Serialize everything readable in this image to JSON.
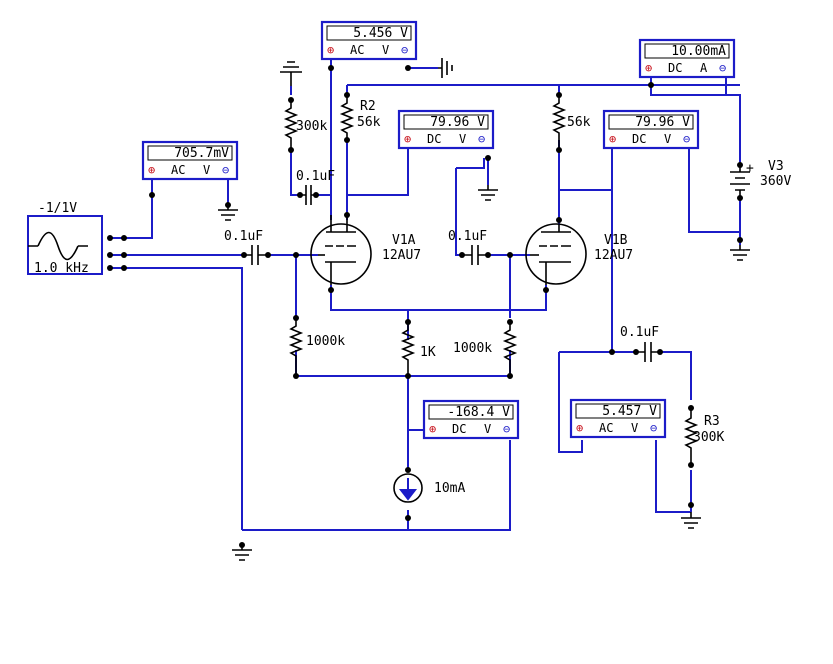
{
  "colors": {
    "wire": "#1c1cc8",
    "component": "#000000",
    "meter_border": "#1c1cc8",
    "terminal_plus": "#c8141e",
    "terminal_minus": "#1c1cc8",
    "current_source_arrow": "#1c1cc8"
  },
  "source": {
    "amplitude": "-1/1V",
    "frequency": "1.0 kHz",
    "icon": "sine-wave-icon"
  },
  "tubes": [
    {
      "id": "V1A",
      "type": "12AU7"
    },
    {
      "id": "V1B",
      "type": "12AU7"
    }
  ],
  "resistors": {
    "r_300k_left": "300k",
    "r2_name": "R2",
    "r2_value": "56k",
    "r_56k_right": "56k",
    "grid_left": "1000k",
    "cathode": "1K",
    "grid_right": "1000k",
    "r3_name": "R3",
    "r3_value": "300K"
  },
  "capacitors": {
    "c_top": "0.1uF",
    "c_input": "0.1uF",
    "c_mid": "0.1uF",
    "c_out": "0.1uF"
  },
  "battery": {
    "name": "V3",
    "value": "360V",
    "plus": "+"
  },
  "current_source": {
    "value": "10mA"
  },
  "meters": {
    "m_top_ac": {
      "reading": "5.456 V",
      "mode": "AC",
      "unit": "V"
    },
    "m_top_right_dc_a": {
      "reading": "10.00mA",
      "mode": "DC",
      "unit": "A"
    },
    "m_input_ac": {
      "reading": "705.7mV",
      "mode": "AC",
      "unit": "V"
    },
    "m_plate_left_dc": {
      "reading": "79.96 V",
      "mode": "DC",
      "unit": "V"
    },
    "m_plate_right_dc": {
      "reading": "79.96 V",
      "mode": "DC",
      "unit": "V"
    },
    "m_cathode_dc": {
      "reading": "-168.4 V",
      "mode": "DC",
      "unit": "V"
    },
    "m_output_ac": {
      "reading": "5.457 V",
      "mode": "AC",
      "unit": "V"
    }
  },
  "terminal_symbols": {
    "plus": "⊕",
    "minus": "⊖"
  }
}
